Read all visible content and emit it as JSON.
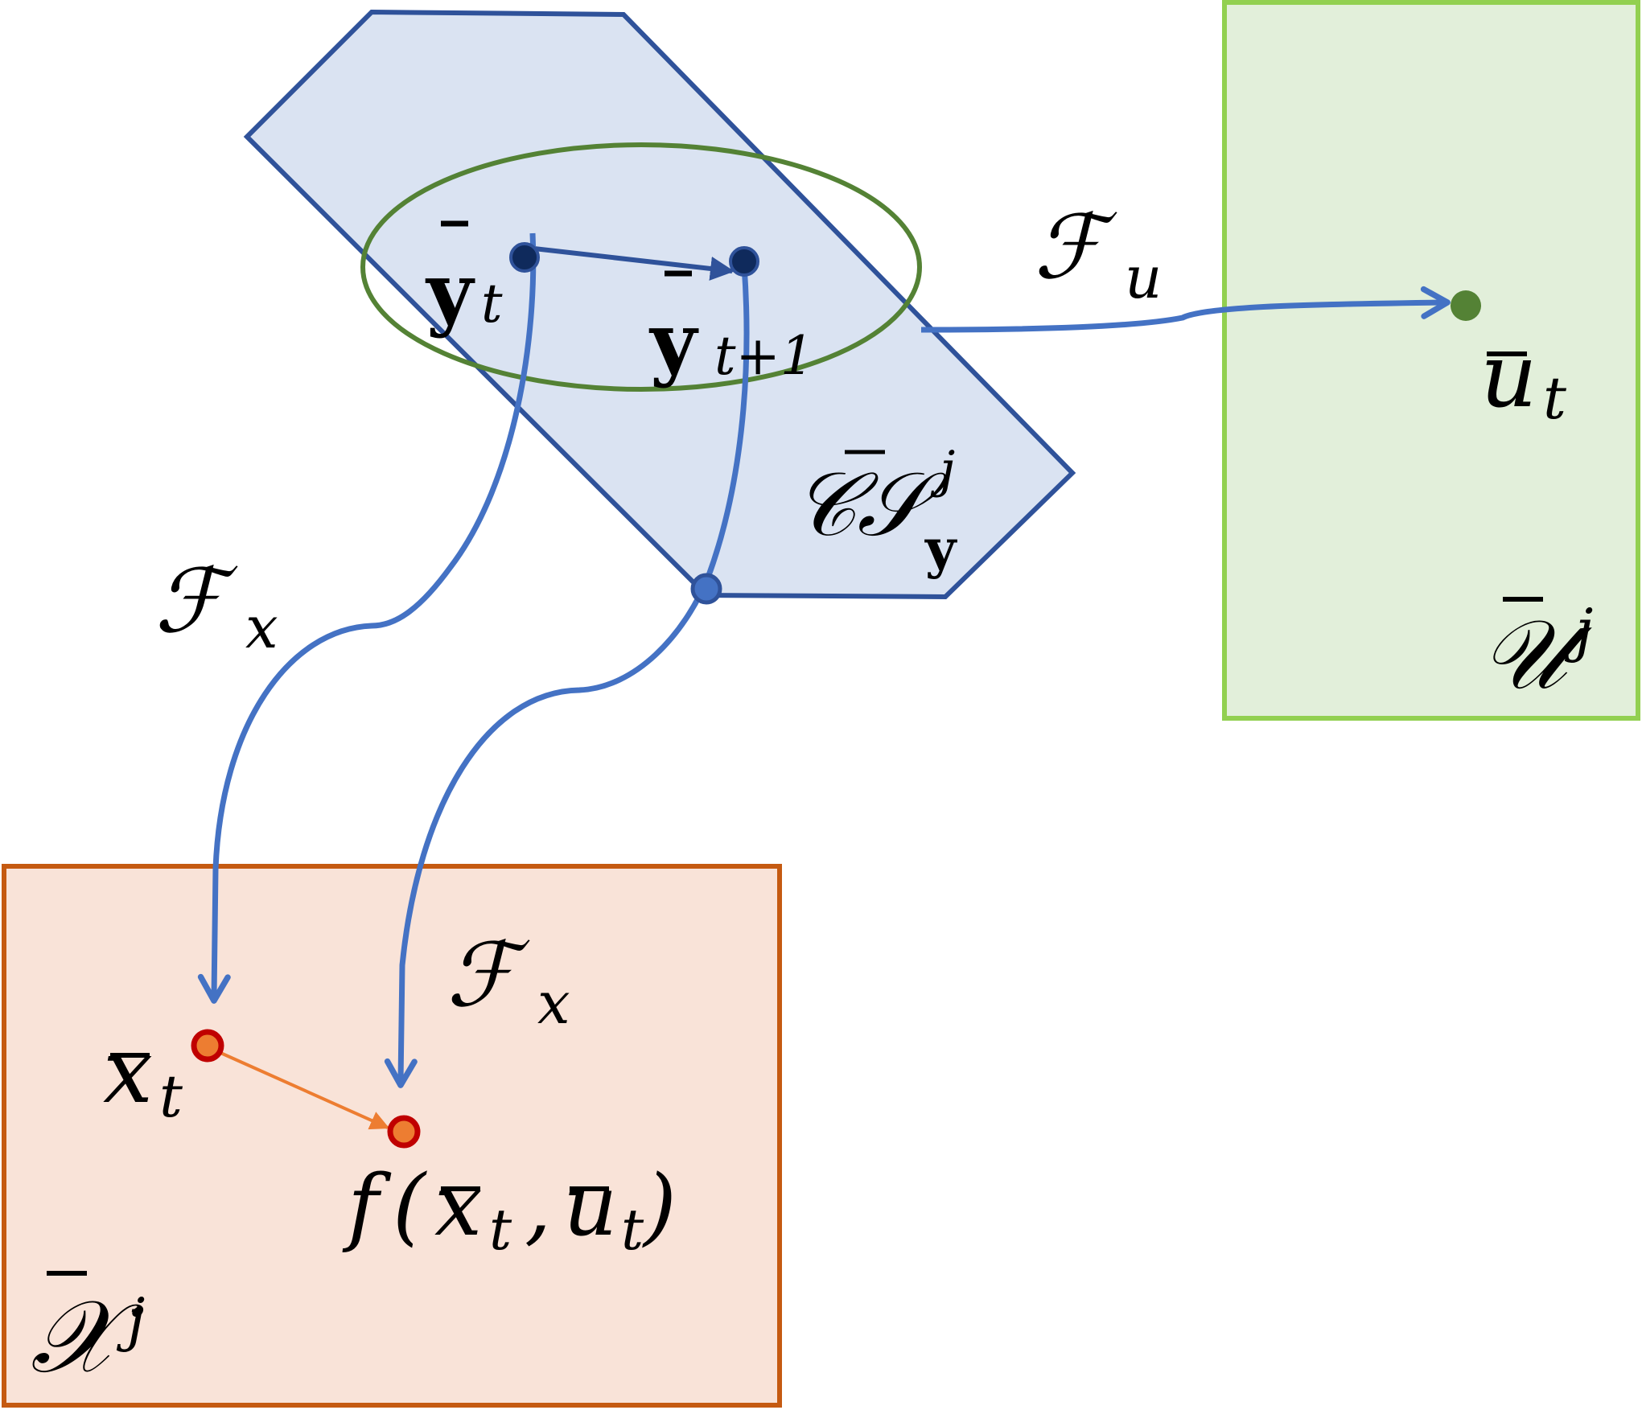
{
  "colors": {
    "constraint_set_fill": "#dae3f2",
    "constraint_set_stroke": "#2f529a",
    "ellipse_stroke": "#548235",
    "input_set_fill": "#e2efda",
    "input_set_stroke": "#92d050",
    "state_set_fill": "#f9e3d8",
    "state_set_stroke": "#c55a11",
    "arrow_blue": "#4472c4",
    "dark_point": "#0f2a5c",
    "green_point": "#548235",
    "orange_point_fill": "#ed7d31",
    "red_point_stroke": "#c00000",
    "orange_arrow": "#ed7d31"
  },
  "labels": {
    "y_t": {
      "base": "y",
      "sub": "t"
    },
    "y_t1": {
      "base": "y",
      "sub": "t+1"
    },
    "cs": {
      "base": "𝒞𝒮",
      "sub": "y",
      "sup": "j"
    },
    "F_u": {
      "base": "ℱ",
      "sub": "u"
    },
    "F_x_top": {
      "base": "ℱ",
      "sub": "x"
    },
    "F_x_bottom": {
      "base": "ℱ",
      "sub": "x"
    },
    "u_t": {
      "base": "u",
      "sub": "t"
    },
    "U_j": {
      "base": "𝒰",
      "sup": "j"
    },
    "x_t": {
      "base": "x",
      "sub": "t"
    },
    "f_expr": {
      "f": "f",
      "open": "(",
      "x": "x",
      "xsub": "t",
      "comma": ",",
      "u": "u",
      "usub": "t",
      "close": ")"
    },
    "X_j": {
      "base": "𝒳",
      "sup": "j"
    }
  }
}
